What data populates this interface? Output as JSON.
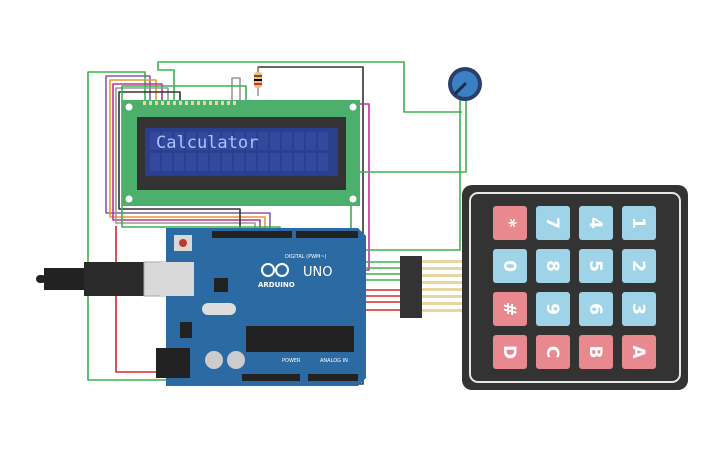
{
  "lcd": {
    "text": "Calculator",
    "colors": {
      "board": "#4caf6c",
      "screen": "#2b3f8f",
      "bezel": "#333333"
    }
  },
  "arduino": {
    "brand_text": "ARDUINO",
    "model_text": "UNO",
    "power_label": "POWER",
    "analog_label": "ANALOG IN",
    "digital_label": "DIGITAL (PWM~)",
    "color": "#2c6aa3"
  },
  "keypad": {
    "keys": [
      {
        "label": "*",
        "color": "pink"
      },
      {
        "label": "7",
        "color": "blue"
      },
      {
        "label": "4",
        "color": "blue"
      },
      {
        "label": "1",
        "color": "blue"
      },
      {
        "label": "0",
        "color": "blue"
      },
      {
        "label": "8",
        "color": "blue"
      },
      {
        "label": "5",
        "color": "blue"
      },
      {
        "label": "2",
        "color": "blue"
      },
      {
        "label": "#",
        "color": "pink"
      },
      {
        "label": "9",
        "color": "blue"
      },
      {
        "label": "6",
        "color": "blue"
      },
      {
        "label": "3",
        "color": "blue"
      },
      {
        "label": "D",
        "color": "pink"
      },
      {
        "label": "C",
        "color": "pink"
      },
      {
        "label": "B",
        "color": "pink"
      },
      {
        "label": "A",
        "color": "pink"
      }
    ],
    "colors": {
      "body": "#333333",
      "blue": "#9fd3e8",
      "pink": "#e8888f"
    }
  },
  "components": {
    "potentiometer": "potentiometer-icon",
    "resistor": "resistor-icon",
    "usb": "usb-cable-icon"
  },
  "wire_colors": {
    "green": "#3bb24b",
    "red": "#d9262b",
    "purple": "#8a5aa8",
    "orange": "#e59a2c",
    "gray": "#999999",
    "black": "#333333",
    "magenta": "#c0309a"
  }
}
